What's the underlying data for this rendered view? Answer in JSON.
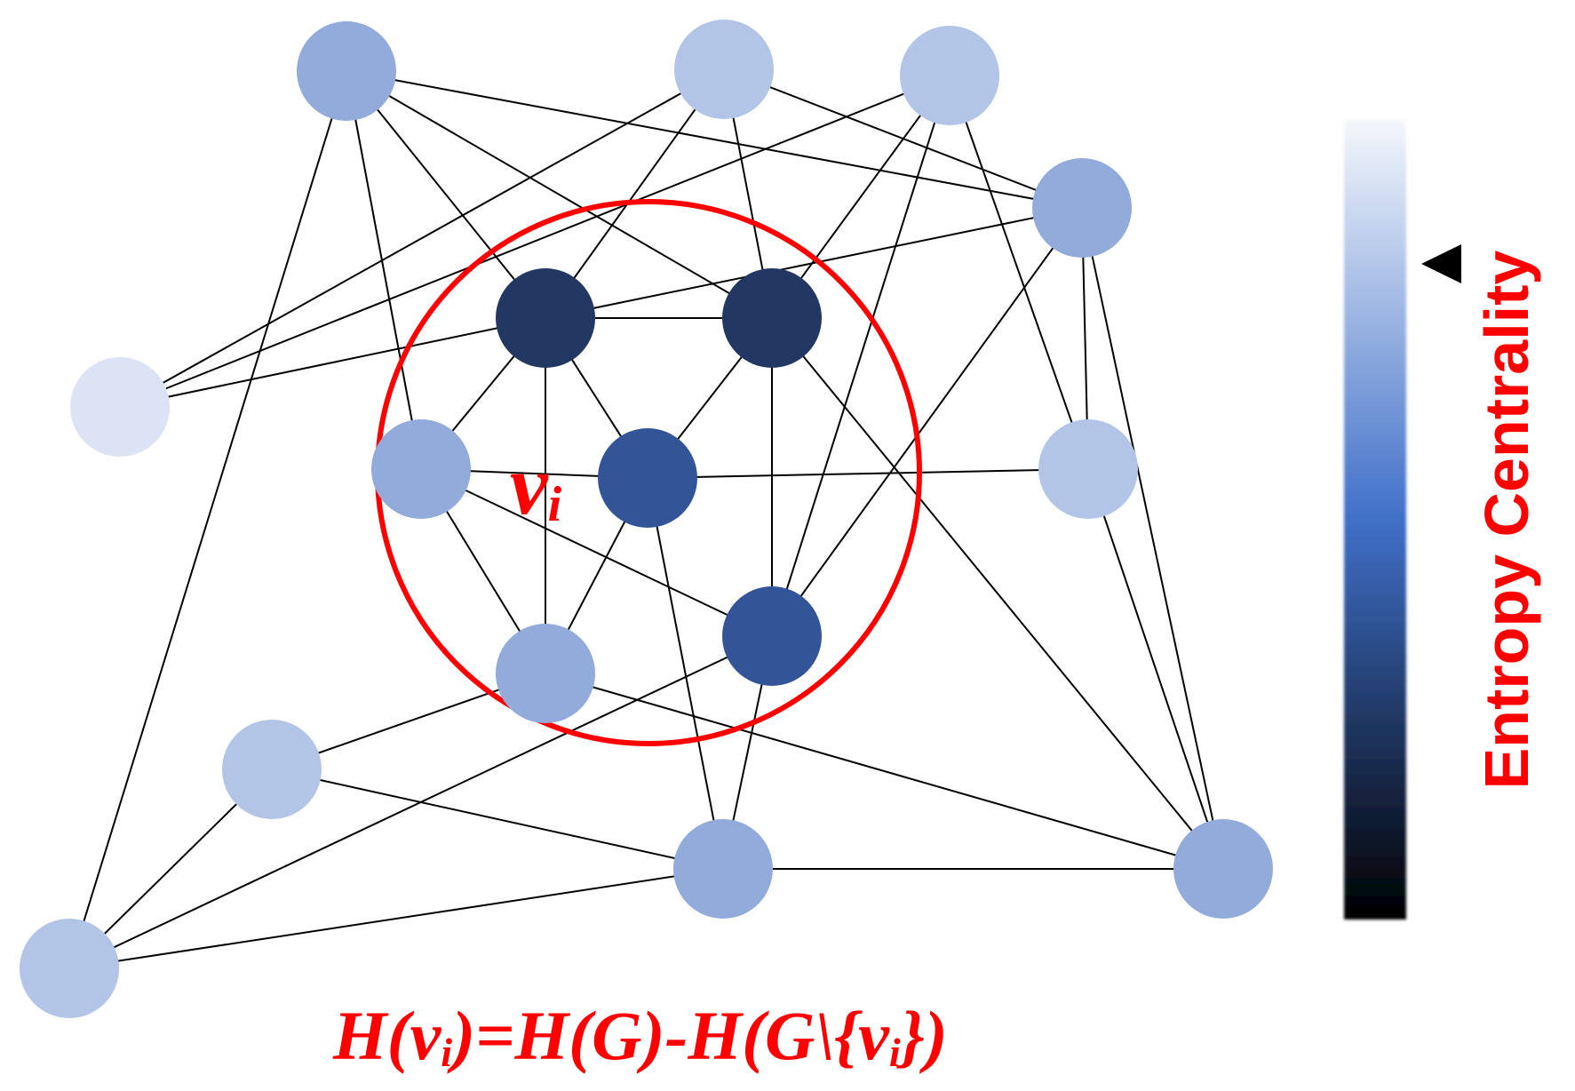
{
  "label": {
    "var": "v",
    "sub": "i"
  },
  "formula": {
    "lhs_fn": "H(",
    "lhs_var": "v",
    "lhs_sub": "i",
    "rhs_a": ")=H(G)-H(G\\{",
    "rhs_var": "v",
    "rhs_sub": "i",
    "rhs_b": "})"
  },
  "colorbar": {
    "label": "Entropy Centrality",
    "top_color": "#f4f7fc",
    "mid_color": "#4070c8",
    "bottom_color": "#000000",
    "marker_level": 0.82
  },
  "colors": {
    "highlight_ring": "#ff0000",
    "text": "#ff0000",
    "edge": "#000000"
  },
  "graph": {
    "nodes": [
      {
        "id": "n1",
        "color": "#92abdb"
      },
      {
        "id": "n2",
        "color": "#b3c5e7"
      },
      {
        "id": "n3",
        "color": "#b3c5e7"
      },
      {
        "id": "n4",
        "color": "#92abdb"
      },
      {
        "id": "n5",
        "color": "#dbe3f4"
      },
      {
        "id": "n6",
        "color": "#223761"
      },
      {
        "id": "n7",
        "color": "#223761"
      },
      {
        "id": "n8",
        "color": "#92abdb"
      },
      {
        "id": "n9",
        "color": "#335497"
      },
      {
        "id": "n10",
        "color": "#b3c5e7"
      },
      {
        "id": "n11",
        "color": "#335497"
      },
      {
        "id": "n12",
        "color": "#92abdb"
      },
      {
        "id": "n13",
        "color": "#b3c5e7"
      },
      {
        "id": "n14",
        "color": "#92abdb"
      },
      {
        "id": "n15",
        "color": "#92abdb"
      },
      {
        "id": "n16",
        "color": "#b3c5e7"
      }
    ],
    "edges": [
      [
        "n1",
        "n4"
      ],
      [
        "n1",
        "n6"
      ],
      [
        "n1",
        "n7"
      ],
      [
        "n1",
        "n8"
      ],
      [
        "n1",
        "n16"
      ],
      [
        "n2",
        "n5"
      ],
      [
        "n2",
        "n6"
      ],
      [
        "n2",
        "n7"
      ],
      [
        "n2",
        "n4"
      ],
      [
        "n3",
        "n5"
      ],
      [
        "n3",
        "n7"
      ],
      [
        "n3",
        "n10"
      ],
      [
        "n3",
        "n11"
      ],
      [
        "n4",
        "n6"
      ],
      [
        "n4",
        "n10"
      ],
      [
        "n4",
        "n11"
      ],
      [
        "n4",
        "n15"
      ],
      [
        "n5",
        "n6"
      ],
      [
        "n6",
        "n7"
      ],
      [
        "n6",
        "n8"
      ],
      [
        "n6",
        "n9"
      ],
      [
        "n6",
        "n12"
      ],
      [
        "n7",
        "n9"
      ],
      [
        "n7",
        "n11"
      ],
      [
        "n7",
        "n15"
      ],
      [
        "n8",
        "n9"
      ],
      [
        "n8",
        "n12"
      ],
      [
        "n8",
        "n11"
      ],
      [
        "n9",
        "n12"
      ],
      [
        "n9",
        "n10"
      ],
      [
        "n9",
        "n14"
      ],
      [
        "n10",
        "n15"
      ],
      [
        "n11",
        "n14"
      ],
      [
        "n11",
        "n16"
      ],
      [
        "n12",
        "n13"
      ],
      [
        "n12",
        "n15"
      ],
      [
        "n13",
        "n16"
      ],
      [
        "n13",
        "n14"
      ],
      [
        "n14",
        "n15"
      ],
      [
        "n14",
        "n16"
      ]
    ]
  }
}
